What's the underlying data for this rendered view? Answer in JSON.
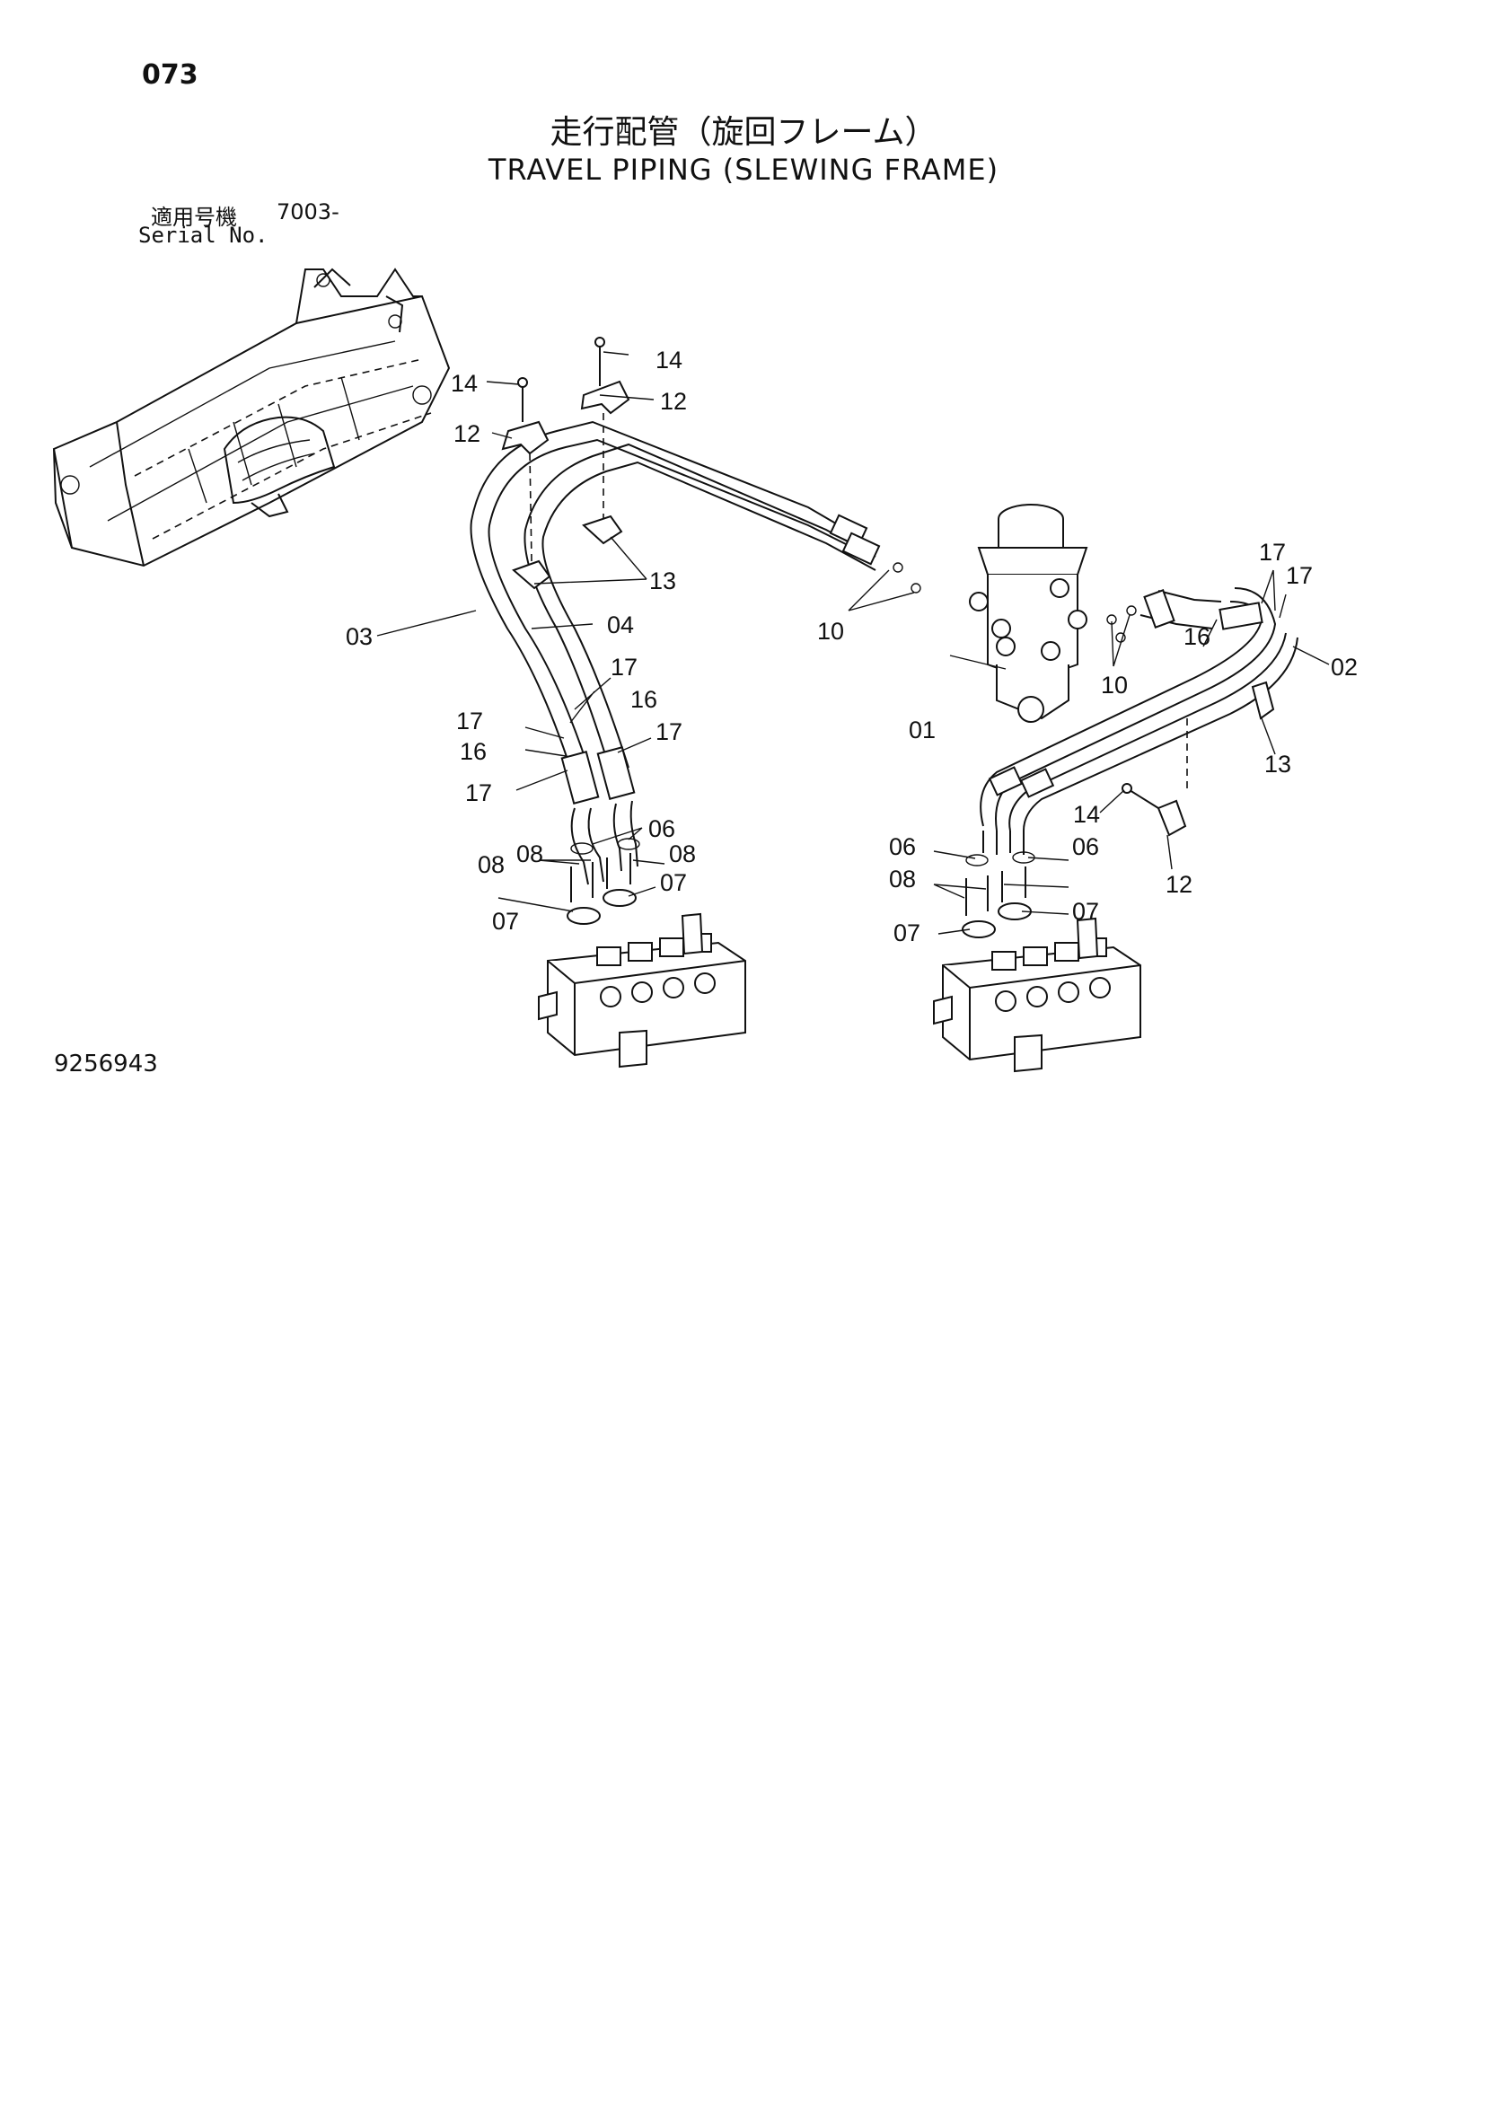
{
  "page_number": "073",
  "title_jp": "走行配管（旋回フレーム）",
  "title_en": "TRAVEL PIPING (SLEWING FRAME)",
  "serial": {
    "label_jp": "適用号機",
    "label_en": "Serial No.",
    "value": "7003-"
  },
  "drawing_number": "9256943",
  "callouts": {
    "c01": "01",
    "c02": "02",
    "c03": "03",
    "c04": "04",
    "c06a": "06",
    "c06b": "06",
    "c06c": "06",
    "c07a": "07",
    "c07b": "07",
    "c07c": "07",
    "c07d": "07",
    "c08a": "08",
    "c08b": "08",
    "c08c": "08",
    "c08d": "08",
    "c10a": "10",
    "c10b": "10",
    "c12a": "12",
    "c12b": "12",
    "c12c": "12",
    "c13a": "13",
    "c13b": "13",
    "c14a": "14",
    "c14b": "14",
    "c14c": "14",
    "c16a": "16",
    "c16b": "16",
    "c16c": "16",
    "c17a": "17",
    "c17b": "17",
    "c17c": "17",
    "c17d": "17",
    "c17e": "17",
    "c17f": "17"
  }
}
